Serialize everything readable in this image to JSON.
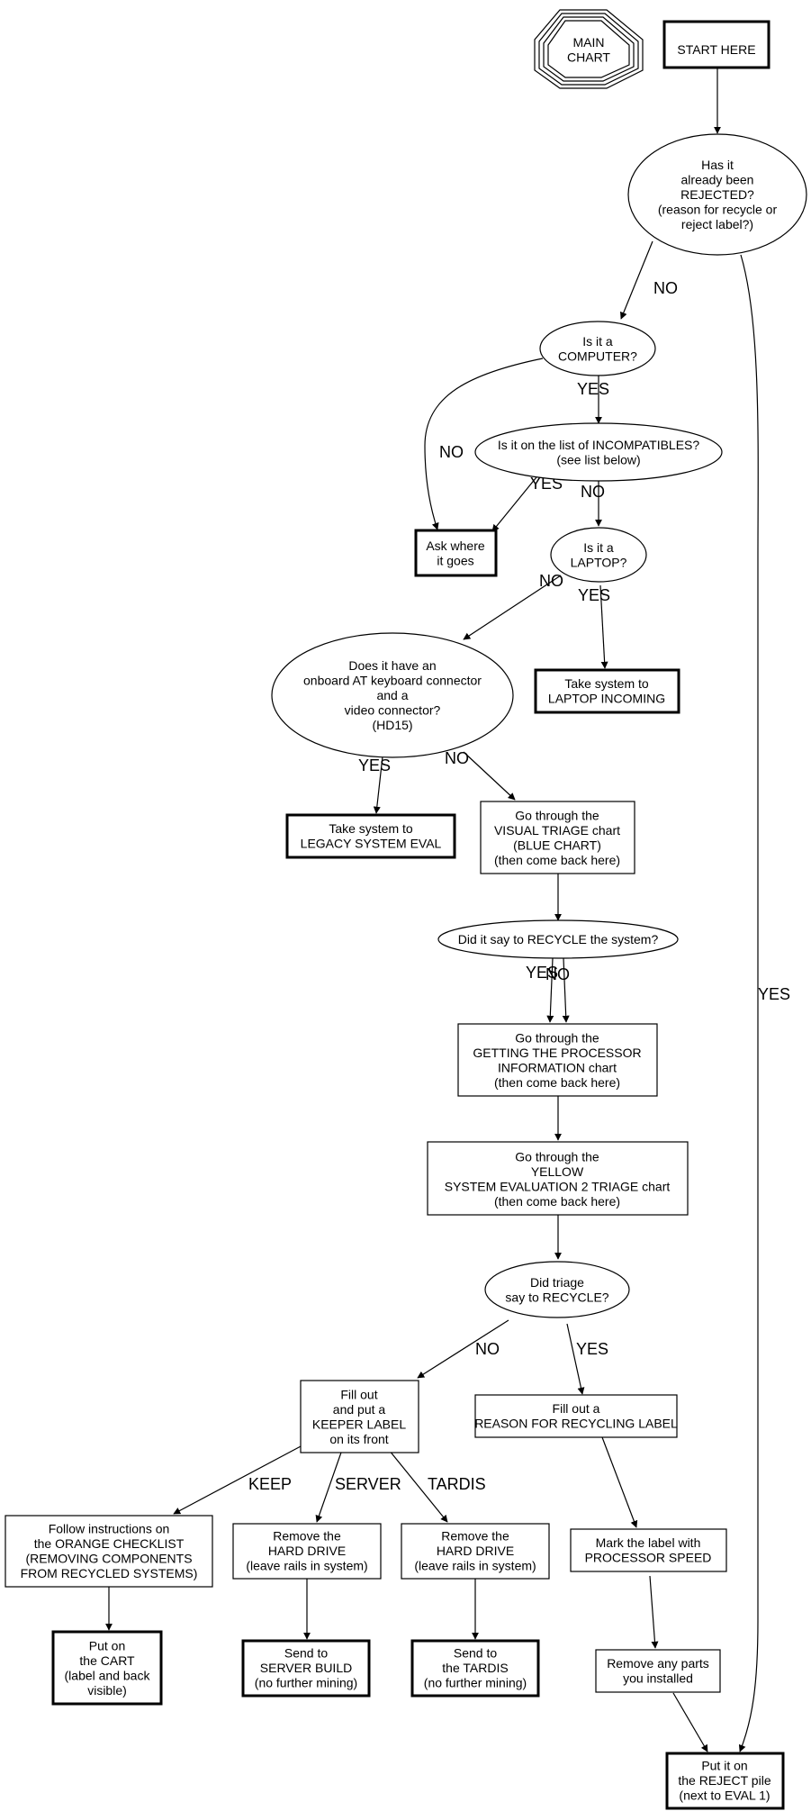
{
  "nodes": {
    "main_chart": [
      "MAIN",
      "CHART"
    ],
    "start_here": [
      "START HERE"
    ],
    "rejected_q": [
      "Has it",
      "already been",
      "REJECTED?",
      "(reason for recycle or",
      "reject label?)"
    ],
    "computer_q": [
      "Is it a",
      "COMPUTER?"
    ],
    "incompat_q": [
      "Is it on the list of INCOMPATIBLES?",
      "(see list below)"
    ],
    "ask_where": [
      "Ask where",
      "it goes"
    ],
    "laptop_q": [
      "Is it a",
      "LAPTOP?"
    ],
    "onboard_q": [
      "Does it have an",
      "onboard AT keyboard connector",
      "and a",
      "video connector?",
      "(HD15)"
    ],
    "laptop_incoming": [
      "Take system to",
      "LAPTOP INCOMING"
    ],
    "legacy_eval": [
      "Take system to",
      "LEGACY SYSTEM EVAL"
    ],
    "visual_triage": [
      "Go through the",
      "VISUAL TRIAGE chart",
      "(BLUE CHART)",
      "(then come back here)"
    ],
    "recycle_q": [
      "Did it say to RECYCLE the system?"
    ],
    "processor_info": [
      "Go through the",
      "GETTING THE PROCESSOR",
      "INFORMATION chart",
      "(then come back here)"
    ],
    "yellow_eval": [
      "Go through the",
      "YELLOW",
      "SYSTEM EVALUATION 2 TRIAGE chart",
      "(then come back here)"
    ],
    "triage_q": [
      "Did triage",
      "say to RECYCLE?"
    ],
    "keeper_label": [
      "Fill out",
      "and put a",
      "KEEPER LABEL",
      "on its front"
    ],
    "reason_label": [
      "Fill out a",
      "REASON FOR RECYCLING LABEL"
    ],
    "orange_checklist": [
      "Follow instructions on",
      "the ORANGE CHECKLIST",
      "(REMOVING COMPONENTS",
      "FROM RECYCLED SYSTEMS)"
    ],
    "remove_hd_server": [
      "Remove the",
      "HARD DRIVE",
      "(leave rails in system)"
    ],
    "remove_hd_tardis": [
      "Remove the",
      "HARD DRIVE",
      "(leave rails in system)"
    ],
    "mark_speed": [
      "Mark the label with",
      "PROCESSOR SPEED"
    ],
    "put_cart": [
      "Put on",
      "the CART",
      "(label and back",
      "visible)"
    ],
    "server_build": [
      "Send to",
      "SERVER BUILD",
      "(no further mining)"
    ],
    "send_tardis": [
      "Send to",
      "the TARDIS",
      "(no further mining)"
    ],
    "remove_parts": [
      "Remove any parts",
      "you installed"
    ],
    "reject_pile": [
      "Put it on",
      "the REJECT pile",
      "(next to EVAL 1)"
    ]
  },
  "edge_labels": {
    "rejected_no": "NO",
    "rejected_yes": "YES",
    "computer_yes": "YES",
    "computer_no": "NO",
    "incompat_yes": "YES",
    "incompat_no": "NO",
    "laptop_no": "NO",
    "laptop_yes": "YES",
    "onboard_yes": "YES",
    "onboard_no": "NO",
    "recycle_yes": "YES",
    "recycle_no": "NO",
    "triage_no": "NO",
    "triage_yes": "YES",
    "keep": "KEEP",
    "server": "SERVER",
    "tardis": "TARDIS"
  }
}
